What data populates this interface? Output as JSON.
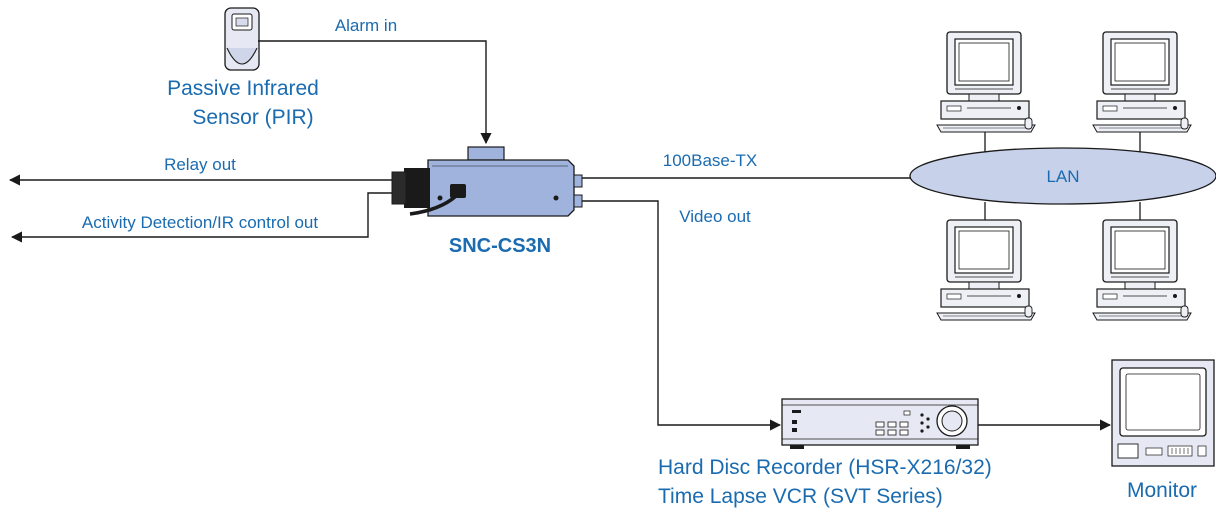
{
  "colors": {
    "label": "#1a6bb0",
    "camera_body": "#9fb3dc",
    "lan_cloud": "#c7d2ea",
    "device_fill": "#e6e9f3",
    "line": "#1a1a1a"
  },
  "sensor": {
    "title_line1": "Passive Infrared",
    "title_line2": "Sensor (PIR)",
    "alarm_label": "Alarm in",
    "icon": "pir-sensor-icon"
  },
  "camera": {
    "name": "SNC-CS3N",
    "icon": "network-camera-icon"
  },
  "outputs": {
    "relay_label": "Relay out",
    "activity_label": "Activity Detection/IR control out"
  },
  "network": {
    "link_label": "100Base-TX",
    "lan_label": "LAN",
    "icon": "desktop-computer-icon"
  },
  "video": {
    "link_label": "Video out"
  },
  "recorder": {
    "label_line1": "Hard Disc Recorder (HSR-X216/32)",
    "label_line2": "Time Lapse VCR (SVT Series)",
    "icon": "recorder-icon"
  },
  "monitor": {
    "label": "Monitor",
    "icon": "monitor-icon"
  }
}
